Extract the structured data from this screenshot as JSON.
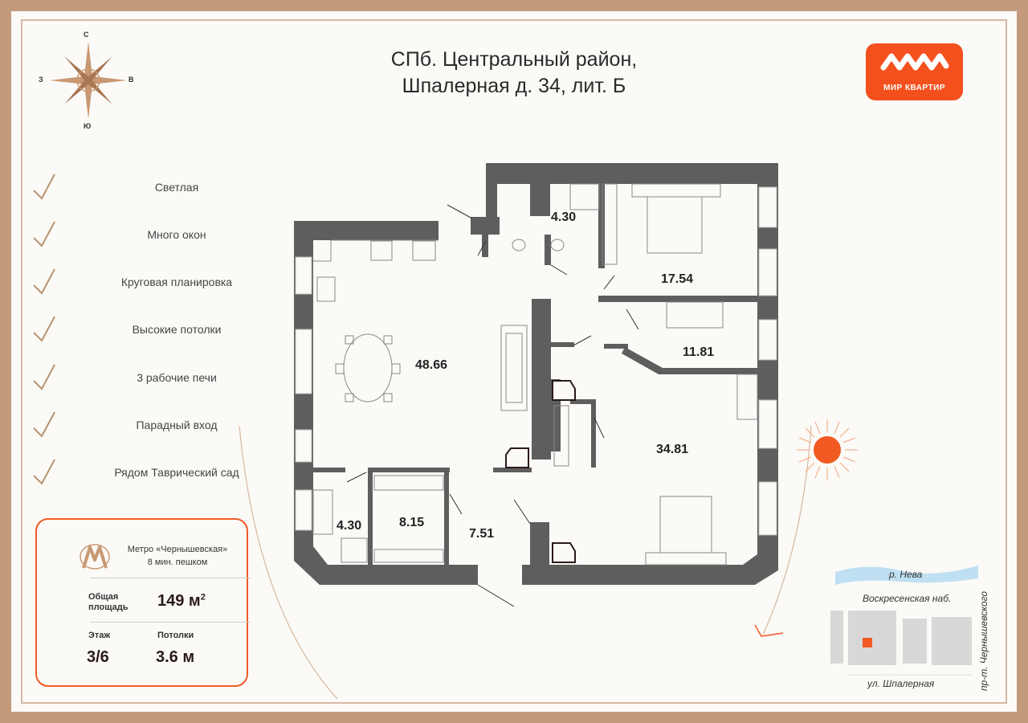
{
  "header": {
    "title_line1": "СПб. Центральный район,",
    "title_line2": "Шпалерная д. 34, лит. Б"
  },
  "logo": {
    "label": "МИР КВАРТИР",
    "color": "#f4501e"
  },
  "compass": {
    "north": "С",
    "south": "Ю",
    "west": "З",
    "east": "В"
  },
  "features": [
    {
      "label": "Светлая"
    },
    {
      "label": "Много окон"
    },
    {
      "label": "Круговая планировка"
    },
    {
      "label": "Высокие потолки"
    },
    {
      "label": "3 рабочие печи"
    },
    {
      "label": "Парадный вход"
    },
    {
      "label": "Рядом Таврический сад"
    }
  ],
  "info": {
    "metro_name": "Метро «Чернышевская»",
    "metro_time": "8 мин. пешком",
    "area_label_1": "Общая",
    "area_label_2": "площадь",
    "area_value": "149 м",
    "area_unit_sup": "2",
    "floor_label": "Этаж",
    "floor_value": "3/6",
    "ceiling_label": "Потолки",
    "ceiling_value": "3.6 м"
  },
  "rooms": [
    {
      "area": "48.66"
    },
    {
      "area": "4.30"
    },
    {
      "area": "17.54"
    },
    {
      "area": "11.81"
    },
    {
      "area": "34.81"
    },
    {
      "area": "4.30"
    },
    {
      "area": "8.15"
    },
    {
      "area": "7.51"
    }
  ],
  "map": {
    "river": "р. Нева",
    "embankment": "Воскресенская наб.",
    "street": "ул. Шпалерная",
    "avenue": "пр-т. Чернышевского"
  },
  "colors": {
    "accent": "#f15a22",
    "frame": "#c49a7c",
    "wall": "#5e5e5e",
    "window": "#dcdcdc"
  }
}
